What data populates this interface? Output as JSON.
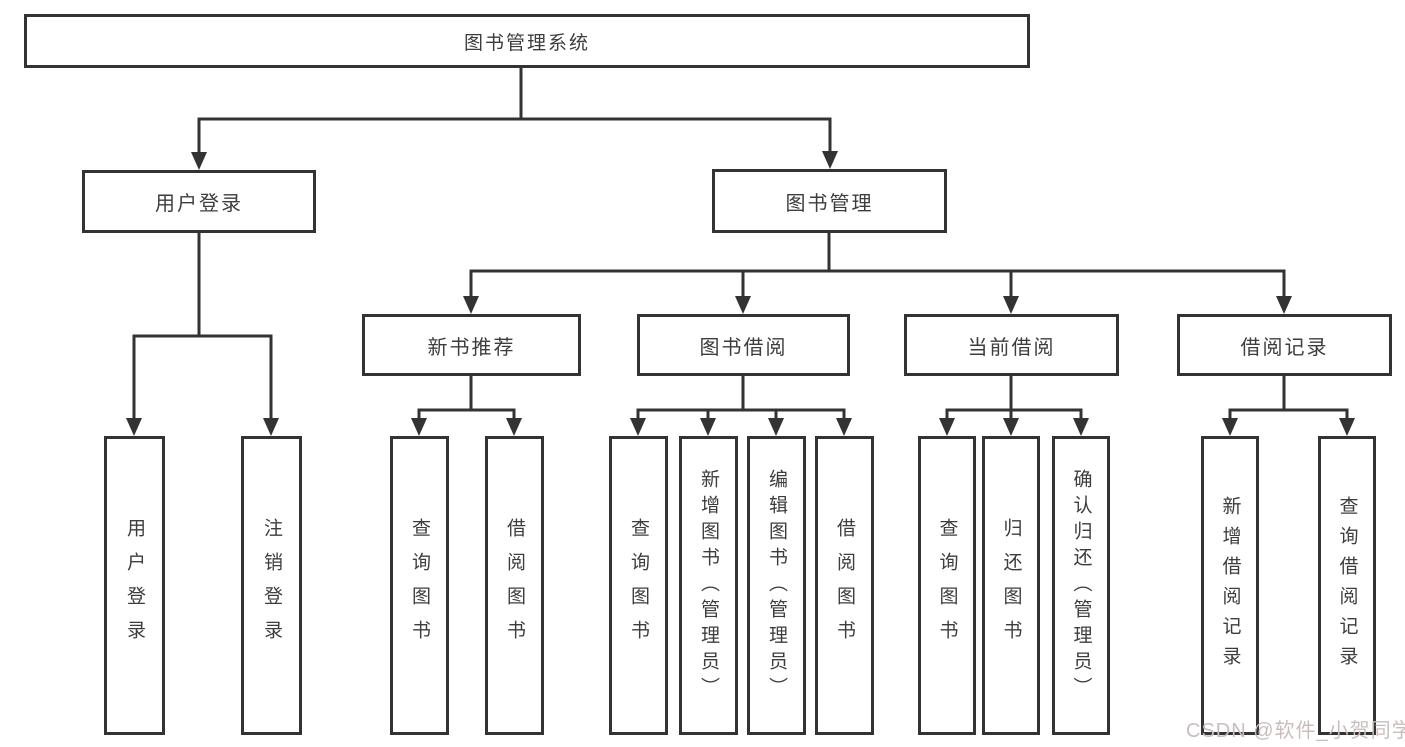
{
  "diagram": {
    "type": "hierarchy-tree",
    "tree": {
      "root": {
        "label": "图书管理系统"
      },
      "children": [
        {
          "label": "用户登录",
          "children": [
            {
              "label": "用户登录"
            },
            {
              "label": "注销登录"
            }
          ]
        },
        {
          "label": "图书管理",
          "children": [
            {
              "label": "新书推荐",
              "children": [
                {
                  "label": "查询图书"
                },
                {
                  "label": "借阅图书"
                }
              ]
            },
            {
              "label": "图书借阅",
              "children": [
                {
                  "label": "查询图书"
                },
                {
                  "label": "新增图书（管理员）"
                },
                {
                  "label": "编辑图书（管理员）"
                },
                {
                  "label": "借阅图书"
                }
              ]
            },
            {
              "label": "当前借阅",
              "children": [
                {
                  "label": "查询图书"
                },
                {
                  "label": "归还图书"
                },
                {
                  "label": "确认归还（管理员）"
                }
              ]
            },
            {
              "label": "借阅记录",
              "children": [
                {
                  "label": "新增借阅记录"
                },
                {
                  "label": "查询借阅记录"
                }
              ]
            }
          ]
        }
      ]
    }
  },
  "watermark": {
    "text": "CSDN @软件_小贺同学"
  },
  "colors": {
    "line": "#333333",
    "text": "#3d3d3d",
    "watermark": "#c9bdbd",
    "background": "#ffffff"
  }
}
